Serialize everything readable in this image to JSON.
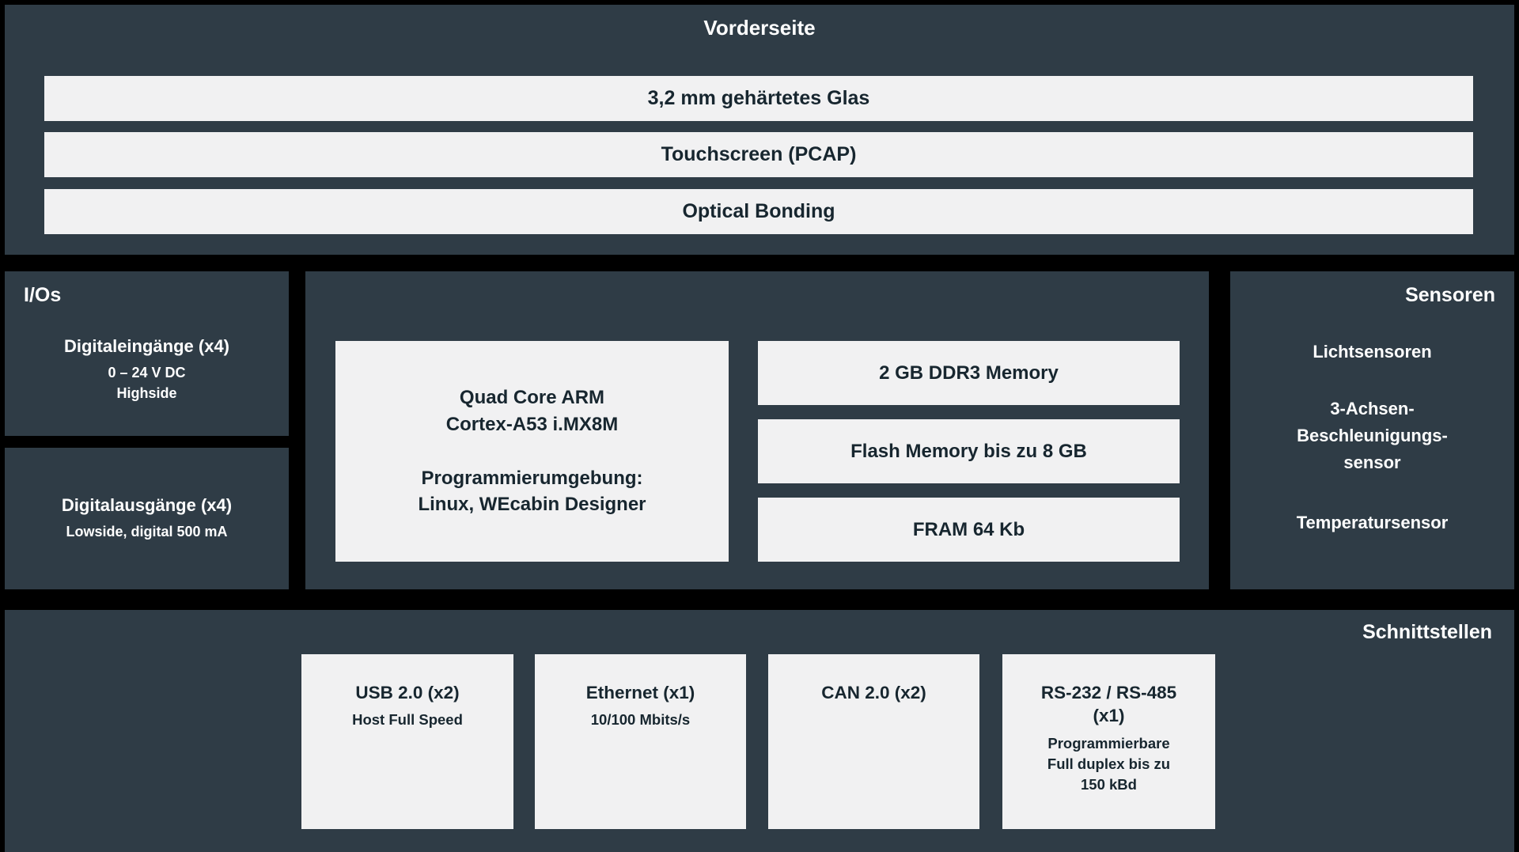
{
  "front": {
    "title": "Vorderseite",
    "layers": [
      "3,2 mm gehärtetes Glas",
      "Touchscreen (PCAP)",
      "Optical Bonding"
    ]
  },
  "ios": {
    "title": "I/Os",
    "digital_inputs": {
      "title": "Digitaleingänge (x4)",
      "detail": "0 – 24 V DC\nHighside"
    },
    "digital_outputs": {
      "title": "Digitalausgänge (x4)",
      "detail": "Lowside, digital 500 mA"
    }
  },
  "processor": {
    "cpu": "Quad Core ARM\nCortex-A53 i.MX8M",
    "environment": "Programmierumgebung:\nLinux, WEcabin Designer",
    "memory": [
      "2 GB DDR3 Memory",
      "Flash Memory bis zu 8 GB",
      "FRAM 64 Kb"
    ]
  },
  "sensors": {
    "title": "Sensoren",
    "items": [
      "Lichtsensoren",
      "3-Achsen-\nBeschleunigungs-\nsensor",
      "Temperatursensor"
    ]
  },
  "interfaces": {
    "title": "Schnittstellen",
    "boxes": [
      {
        "title": "USB 2.0 (x2)",
        "detail": "Host Full Speed"
      },
      {
        "title": "Ethernet (x1)",
        "detail": "10/100 Mbits/s"
      },
      {
        "title": "CAN 2.0 (x2)",
        "detail": ""
      },
      {
        "title": "RS-232 / RS-485\n(x1)",
        "detail": "Programmierbare\nFull duplex bis zu\n150 kBd"
      }
    ]
  },
  "colors": {
    "background": "#000000",
    "panel": "#2f3c46",
    "box": "#f1f1f2",
    "text_on_panel": "#ffffff",
    "text_on_box": "#17262f"
  }
}
